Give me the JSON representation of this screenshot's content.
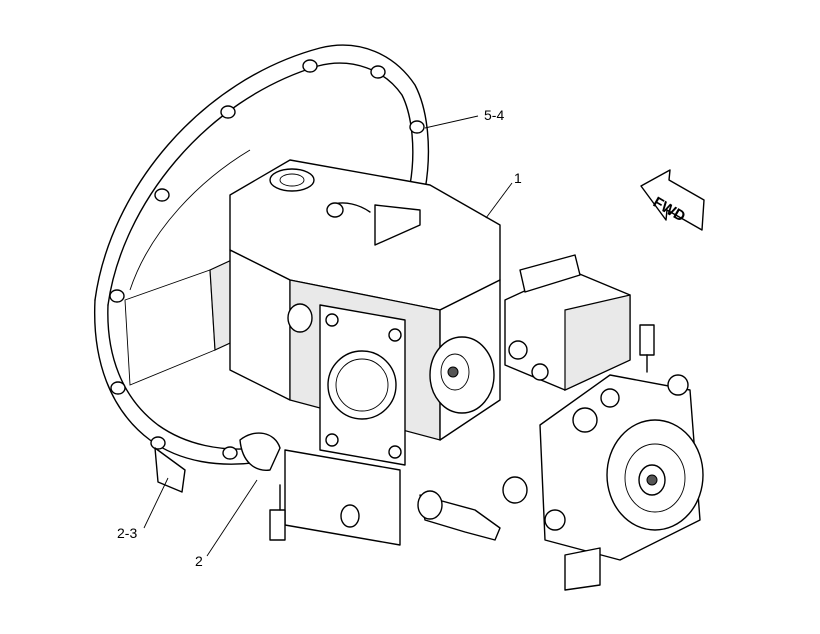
{
  "callouts": {
    "c1": "1",
    "c2": "2",
    "c23": "2-3",
    "c54": "5-4"
  },
  "fwd_label": "FWD"
}
